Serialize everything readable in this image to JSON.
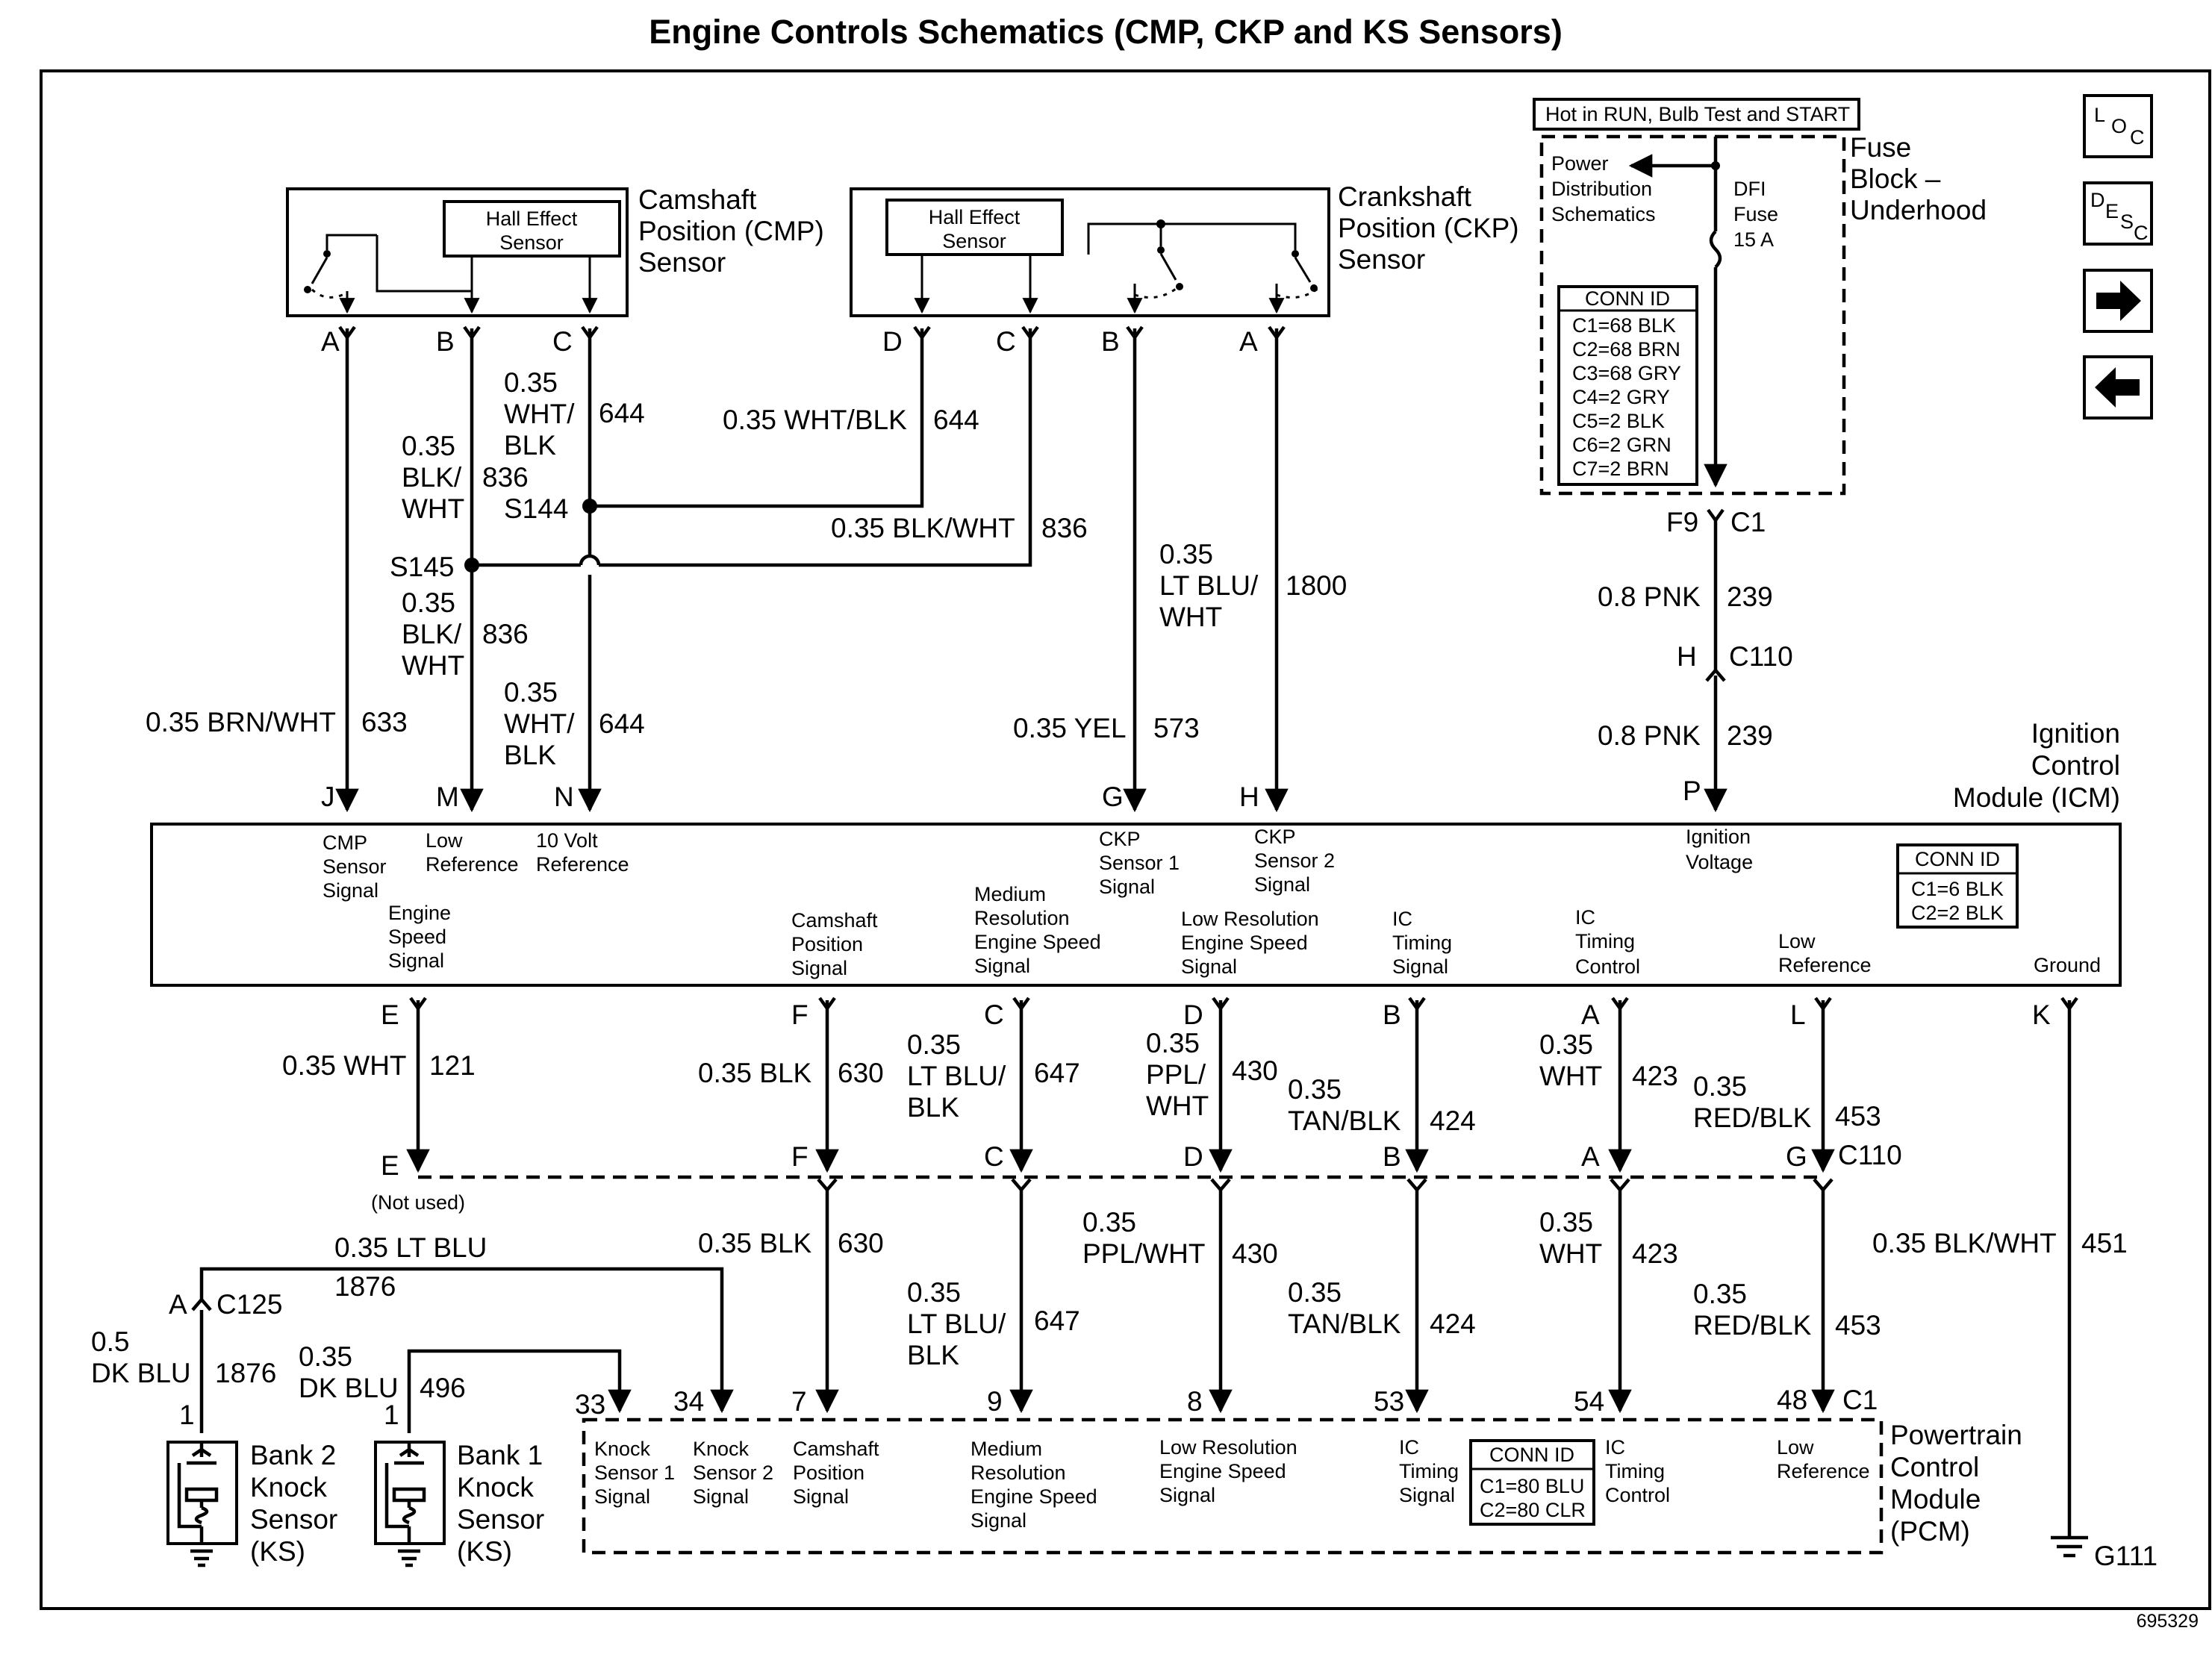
{
  "title": "Engine Controls Schematics (CMP, CKP and KS Sensors)",
  "figure_id": "695329",
  "nav": {
    "loc": {
      "a": "L",
      "b": "O",
      "c": "C"
    },
    "desc": {
      "a": "D",
      "b": "E",
      "c": "S",
      "d": "C"
    },
    "next": "➡",
    "prev": "⬅"
  },
  "fuse_block": {
    "hot_label": "Hot in RUN, Bulb Test and START",
    "title": [
      "Fuse",
      "Block –",
      "Underhood"
    ],
    "power_dist": [
      "Power",
      "Distribution",
      "Schematics"
    ],
    "fuse": [
      "DFI",
      "Fuse",
      "15 A"
    ],
    "conn_id_title": "CONN ID",
    "conn_ids": [
      "C1=68 BLK",
      "C2=68 BRN",
      "C3=68 GRY",
      "C4=2 GRY",
      "C5=2 BLK",
      "C6=2 GRN",
      "C7=2 BRN"
    ]
  },
  "cmp_sensor": {
    "title": [
      "Camshaft",
      "Position (CMP)",
      "Sensor"
    ],
    "hall": [
      "Hall Effect",
      "Sensor"
    ],
    "pins": [
      "A",
      "B",
      "C"
    ]
  },
  "ckp_sensor": {
    "title": [
      "Crankshaft",
      "Position (CKP)",
      "Sensor"
    ],
    "hall": [
      "Hall Effect",
      "Sensor"
    ],
    "pins": [
      "D",
      "C",
      "B",
      "A"
    ]
  },
  "wires_top": {
    "a_gauge": "0.35 BRN/WHT",
    "a_circuit": "633",
    "s145": "S145",
    "s144": "S144",
    "b_upper": [
      "0.35",
      "BLK/",
      "WHT"
    ],
    "b_upper_circuit": "836",
    "b_lower": [
      "0.35",
      "BLK/",
      "WHT"
    ],
    "b_lower_circuit": "836",
    "c_upper": [
      "0.35",
      "WHT/",
      "BLK"
    ],
    "c_upper_circuit": "644",
    "c_lower": [
      "0.35",
      "WHT/",
      "BLK"
    ],
    "c_lower_circuit": "644",
    "ckp_d": "0.35 WHT/BLK",
    "ckp_d_circuit": "644",
    "ckp_c": "0.35 BLK/WHT",
    "ckp_c_circuit": "836",
    "ckp_a": [
      "0.35",
      "LT BLU/",
      "WHT"
    ],
    "ckp_a_circuit": "1800",
    "ckp_b": "0.35 YEL",
    "ckp_b_circuit": "573",
    "f9": "F9",
    "c1": "C1",
    "pnk1": "0.8 PNK",
    "pnk1_circuit": "239",
    "h": "H",
    "c110": "C110",
    "pnk2": "0.8 PNK",
    "pnk2_circuit": "239",
    "p": "P"
  },
  "icm": {
    "title": [
      "Ignition",
      "Control",
      "Module (ICM)"
    ],
    "top_pins": [
      "J",
      "M",
      "N",
      "G",
      "H"
    ],
    "labels": {
      "cmp": [
        "CMP",
        "Sensor",
        "Signal"
      ],
      "low_ref": [
        "Low",
        "Reference"
      ],
      "ten_volt": [
        "10 Volt",
        "Reference"
      ],
      "engine_speed": [
        "Engine",
        "Speed",
        "Signal"
      ],
      "ckp1": [
        "CKP",
        "Sensor 1",
        "Signal"
      ],
      "ckp2": [
        "CKP",
        "Sensor 2",
        "Signal"
      ],
      "ign_v": [
        "Ignition",
        "Voltage"
      ],
      "cam_pos": [
        "Camshaft",
        "Position",
        "Signal"
      ],
      "med_res": [
        "Medium",
        "Resolution",
        "Engine Speed",
        "Signal"
      ],
      "low_res": [
        "Low Resolution",
        "Engine Speed",
        "Signal"
      ],
      "ic_timing_signal": [
        "IC",
        "Timing",
        "Signal"
      ],
      "ic_timing_control": [
        "IC",
        "Timing",
        "Control"
      ],
      "low_ref2": [
        "Low",
        "Reference"
      ],
      "ground": "Ground"
    },
    "conn_id_title": "CONN ID",
    "conn_ids": [
      "C1=6 BLK",
      "C2=2 BLK"
    ],
    "bottom_pins": [
      "E",
      "F",
      "C",
      "D",
      "B",
      "A",
      "L",
      "K"
    ]
  },
  "wires_mid": {
    "e": "0.35 WHT",
    "e_circuit": "121",
    "f": "0.35 BLK",
    "f_circuit": "630",
    "c": [
      "0.35",
      "LT BLU/",
      "BLK"
    ],
    "c_circuit": "647",
    "d": [
      "0.35",
      "PPL/",
      "WHT"
    ],
    "d_circuit": "430",
    "b": [
      "0.35",
      "TAN/BLK"
    ],
    "b_circuit": "424",
    "a": [
      "0.35",
      "WHT"
    ],
    "a_circuit": "423",
    "l": [
      "0.35",
      "RED/BLK"
    ],
    "l_circuit": "453",
    "c110_pins": [
      "E",
      "F",
      "C",
      "D",
      "B",
      "A",
      "G"
    ],
    "c110": "C110",
    "not_used": "(Not used)"
  },
  "wires_low": {
    "ltblu": "0.35 LT BLU",
    "ltblu_circuit": "1876",
    "a": "A",
    "c125": "C125",
    "ks2": [
      "0.5",
      "DK BLU"
    ],
    "ks2_circuit": "1876",
    "ks1": [
      "0.35",
      "DK BLU"
    ],
    "ks1_circuit": "496",
    "f": "0.35 BLK",
    "f_circuit": "630",
    "c": [
      "0.35",
      "LT BLU/",
      "BLK"
    ],
    "c_circuit": "647",
    "d": [
      "0.35",
      "PPL/WHT"
    ],
    "d_circuit": "430",
    "b": [
      "0.35",
      "TAN/BLK"
    ],
    "b_circuit": "424",
    "a_wire": [
      "0.35",
      "WHT"
    ],
    "a_wire_circuit": "423",
    "l": [
      "0.35",
      "RED/BLK"
    ],
    "l_circuit": "453",
    "gnd": "0.35 BLK/WHT",
    "gnd_circuit": "451",
    "pin1a": "1",
    "pin1b": "1",
    "pcm_pins": [
      "33",
      "34",
      "7",
      "9",
      "8",
      "53",
      "54",
      "48"
    ],
    "c1": "C1",
    "g111": "G111"
  },
  "knock": {
    "bank2": [
      "Bank 2",
      "Knock",
      "Sensor",
      "(KS)"
    ],
    "bank1": [
      "Bank 1",
      "Knock",
      "Sensor",
      "(KS)"
    ]
  },
  "pcm": {
    "title": [
      "Powertrain",
      "Control",
      "Module",
      "(PCM)"
    ],
    "labels": {
      "ks1": [
        "Knock",
        "Sensor 1",
        "Signal"
      ],
      "ks2": [
        "Knock",
        "Sensor 2",
        "Signal"
      ],
      "cam": [
        "Camshaft",
        "Position",
        "Signal"
      ],
      "med": [
        "Medium",
        "Resolution",
        "Engine Speed",
        "Signal"
      ],
      "low": [
        "Low Resolution",
        "Engine Speed",
        "Signal"
      ],
      "ic_sig": [
        "IC",
        "Timing",
        "Signal"
      ],
      "ic_ctl": [
        "IC",
        "Timing",
        "Control"
      ],
      "low_ref": [
        "Low",
        "Reference"
      ]
    },
    "conn_id_title": "CONN ID",
    "conn_ids": [
      "C1=80 BLU",
      "C2=80 CLR"
    ]
  }
}
